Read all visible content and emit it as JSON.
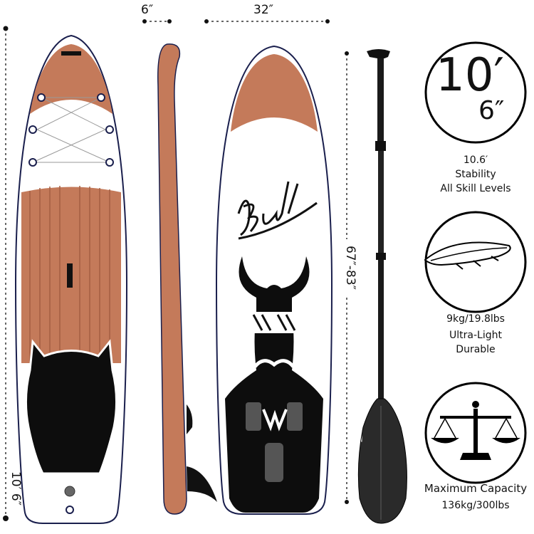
{
  "dimensions": {
    "length_label": "10′ 6″",
    "thickness_label": "6″",
    "width_label": "32″",
    "paddle_length_label": "67″-83″"
  },
  "features": [
    {
      "icon": "length-badge-icon",
      "badge_main": "10′",
      "badge_sub": "6″",
      "lines": [
        "10.6′",
        "Stability",
        "All Skill Levels"
      ]
    },
    {
      "icon": "feather-light-icon",
      "lines": [
        "9kg/19.8lbs",
        "Ultra-Light",
        "Durable"
      ]
    },
    {
      "icon": "scale-icon",
      "lines": [
        "Maximum Capacity",
        "136kg/300lbs"
      ]
    }
  ],
  "colors": {
    "board_accent": "#c47a5a",
    "outline": "#1a1f4d",
    "pad": "#0d0d0d"
  }
}
